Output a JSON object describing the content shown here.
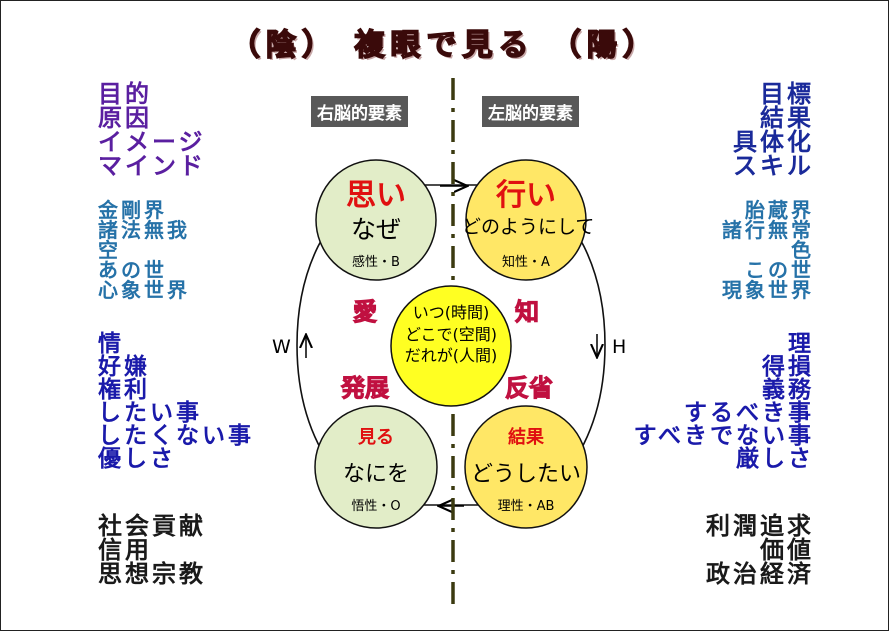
{
  "title": "（陰） 複眼で見る （陽）",
  "labels": {
    "right_brain": "右脳的要素",
    "left_brain": "左脳的要素"
  },
  "left": {
    "group1": [
      "目的",
      "原因",
      "イメージ",
      "マインド"
    ],
    "group2": [
      "金剛界",
      "諸法無我",
      "空",
      "あの世",
      "心象世界"
    ],
    "group3": [
      "情",
      "好嫌",
      "権利",
      "したい事",
      "したくない事",
      "優しさ"
    ],
    "group4": [
      "社会貢献",
      "信用",
      "思想宗教"
    ]
  },
  "right": {
    "group1": [
      "目標",
      "結果",
      "具体化",
      "スキル"
    ],
    "group2": [
      "胎蔵界",
      "諸行無常",
      "色",
      "この世",
      "現象世界"
    ],
    "group3": [
      "理",
      "得損",
      "義務",
      "するべき事",
      "すべきでない事",
      "厳しさ"
    ],
    "group4": [
      "利潤追求",
      "価値",
      "政治経済"
    ]
  },
  "circles": {
    "omoi": {
      "title": "思い",
      "main": "なぜ",
      "sub": "感性・B"
    },
    "okonai": {
      "title": "行い",
      "main": "どのようにして",
      "sub": "知性・A"
    },
    "miru": {
      "title": "見る",
      "main": "なにを",
      "sub": "悟性・O"
    },
    "kekka": {
      "title": "結果",
      "main": "どうしたい",
      "sub": "理性・AB"
    },
    "center": {
      "lines": [
        "いつ(時間)",
        "どこで(空間)",
        "だれが(人間)"
      ]
    }
  },
  "words": {
    "ai": "愛",
    "chi": "知",
    "hatten": "発展",
    "hansei": "反省"
  },
  "directions": {
    "w": "W",
    "h": "H"
  },
  "colors": {
    "green_circle": "#e2edc8",
    "yellow_circle": "#ffe766",
    "center_circle": "#ffff22",
    "red_text": "#e01010",
    "pink_text": "#f2c2d4",
    "dashed_line": "#3b3a10"
  }
}
